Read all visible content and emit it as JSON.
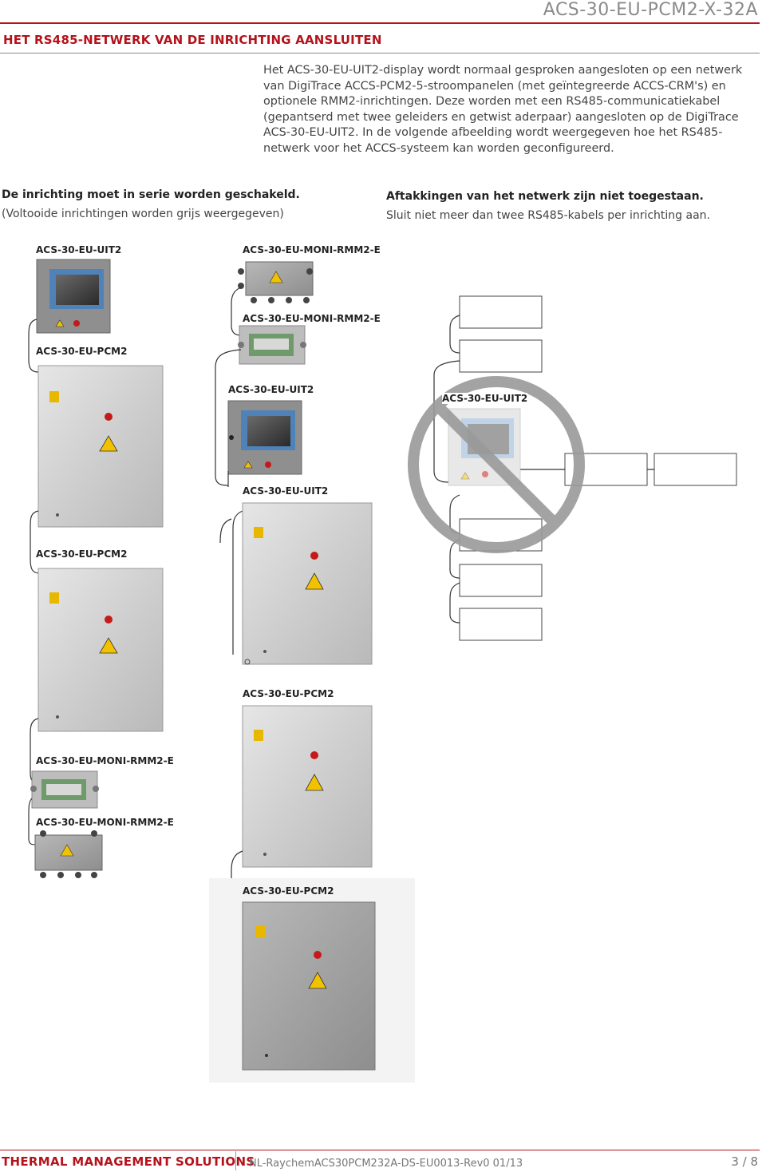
{
  "header": {
    "doc_title": "ACS-30-EU-PCM2-X-32A",
    "section_title": "HET RS485-NETWERK VAN DE INRICHTING AANSLUITEN"
  },
  "intro": {
    "text": "Het ACS-30-EU-UIT2-display wordt normaal gesproken aangesloten op een netwerk van DigiTrace ACCS-PCM2-5-stroompanelen (met geïntegreerde ACCS-CRM's) en optionele RMM2-inrichtingen. Deze worden met een RS485-communicatiekabel (gepantserd met twee geleiders en getwist aderpaar) aangesloten op de DigiTrace ACS-30-EU-UIT2. In de volgende afbeelding wordt weergegeven hoe het RS485-netwerk voor het ACCS-systeem kan worden geconfigureerd."
  },
  "left_column": {
    "heading": "De inrichting moet in serie worden geschakeld.",
    "subheading": "(Voltooide inrichtingen worden grijs weergegeven)"
  },
  "right_column": {
    "heading": "Aftakkingen van het netwerk zijn niet toegestaan.",
    "subheading": "Sluit niet meer dan twee RS485-kabels per inrichting aan."
  },
  "labels": {
    "l1": "ACS-30-EU-UIT2",
    "l2": "ACS-30-EU-MONI-RMM2-E",
    "l3": "ACS-30-EU-MONI-RMM2-E",
    "l4": "ACS-30-EU-PCM2",
    "l5": "ACS-30-EU-UIT2",
    "l6": "ACS-30-EU-UIT2",
    "l7": "ACS-30-EU-UIT2",
    "l8": "ACS-30-EU-PCM2",
    "l9": "ACS-30-EU-PCM2",
    "l10": "ACS-30-EU-MONI-RMM2-E",
    "l11": "ACS-30-EU-MONI-RMM2-E",
    "l12": "ACS-30-EU-PCM2"
  },
  "footer": {
    "brand": "THERMAL MANAGEMENT SOLUTIONS",
    "code": "NL-RaychemACS30PCM232A-DS-EU0013-Rev0  01/13",
    "page": "3 / 8"
  },
  "colors": {
    "accent_red": "#b5121b",
    "prohibition_gray": "#999999",
    "panel_gray": "#c8c8c8"
  }
}
